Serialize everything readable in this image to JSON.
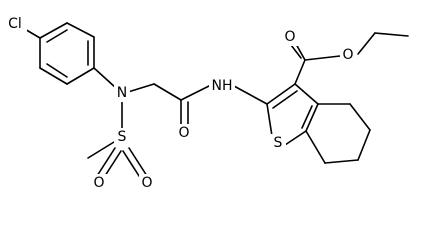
{
  "molecule": {
    "atoms": {
      "cl": "Cl",
      "n_sulfonamide": "N",
      "s_sulfonyl": "S",
      "o_sulfonyl_1": "O",
      "o_sulfonyl_2": "O",
      "o_amide": "O",
      "nh_amide": "NH",
      "s_thiophene": "S",
      "o_ester_carbonyl": "O",
      "o_ester": "O"
    }
  }
}
